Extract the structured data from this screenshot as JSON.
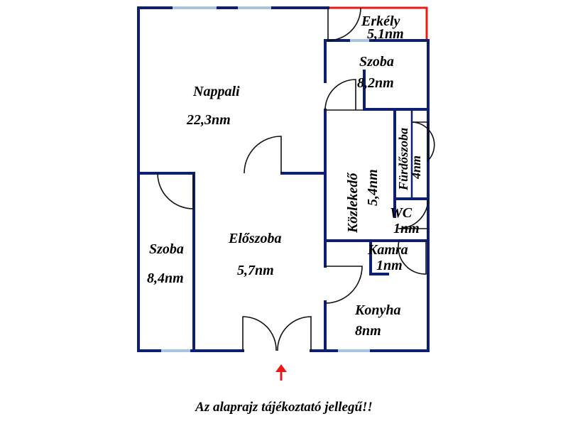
{
  "rooms": {
    "erkely": {
      "name": "Erkély",
      "area": "5,1nm"
    },
    "szoba_small": {
      "name": "Szoba",
      "area": "8,2nm"
    },
    "nappali": {
      "name": "Nappali",
      "area": "22,3nm"
    },
    "furdoszoba": {
      "name": "Fürdőszoba",
      "area": "4nm"
    },
    "kozlekedo": {
      "name": "Közlekedő",
      "area": "5,4nm"
    },
    "wc": {
      "name": "WC",
      "area": "1nm"
    },
    "eloszoba": {
      "name": "Előszoba",
      "area": "5,7nm"
    },
    "szoba_left": {
      "name": "Szoba",
      "area": "8,4nm"
    },
    "kamra": {
      "name": "Kamra",
      "area": "1nm"
    },
    "konyha": {
      "name": "Konyha",
      "area": "8nm"
    }
  },
  "note": "Az alaprajz tájékoztató jellegű!!",
  "colors": {
    "wall": "#0d1f73",
    "balcony": "#e81919",
    "window": "#a9c4e0",
    "entrance_arrow": "#e81919"
  },
  "icons": {
    "entrance": "up-arrow-icon"
  }
}
